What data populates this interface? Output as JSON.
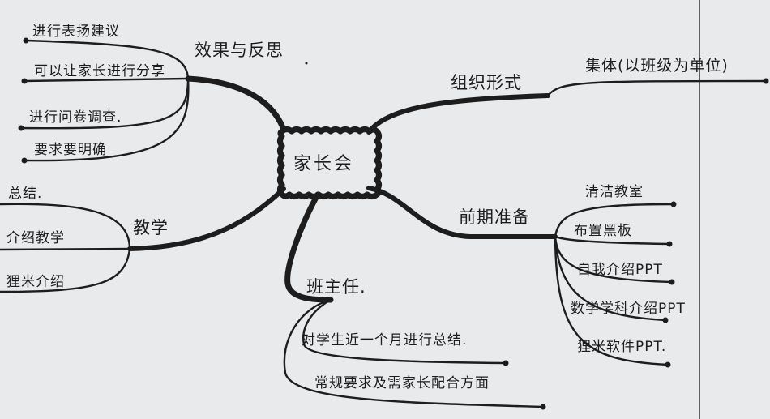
{
  "diagram": {
    "type": "mind-map",
    "center": {
      "label": "家长会"
    },
    "branches": [
      {
        "id": "effect",
        "label": "效果与反思",
        "children": [
          {
            "label": "进行表扬建议"
          },
          {
            "label": "可以让家长进行分享"
          },
          {
            "label": "进行问卷调查."
          },
          {
            "label": "要求要明确"
          }
        ]
      },
      {
        "id": "teaching",
        "label": "教学",
        "children": [
          {
            "label": "总结."
          },
          {
            "label": "介绍教学"
          },
          {
            "label": "狸米介绍"
          }
        ]
      },
      {
        "id": "teacher",
        "label": "班主任.",
        "children": [
          {
            "label": "对学生近一个月进行总结."
          },
          {
            "label": "常规要求及需家长配合方面"
          }
        ]
      },
      {
        "id": "prep",
        "label": "前期准备",
        "children": [
          {
            "label": "清洁教室"
          },
          {
            "label": "布置黑板"
          },
          {
            "label": "自我介绍PPT"
          },
          {
            "label": "数学学科介绍PPT"
          },
          {
            "label": "狸米软件PPT."
          }
        ]
      },
      {
        "id": "form",
        "label": "组织形式",
        "children": [
          {
            "label": "集体(以班级为单位)"
          }
        ]
      }
    ]
  },
  "colors": {
    "paper": "#e8eaec",
    "ink": "#1d1d1d",
    "margin_line": "#3a3a3a"
  }
}
